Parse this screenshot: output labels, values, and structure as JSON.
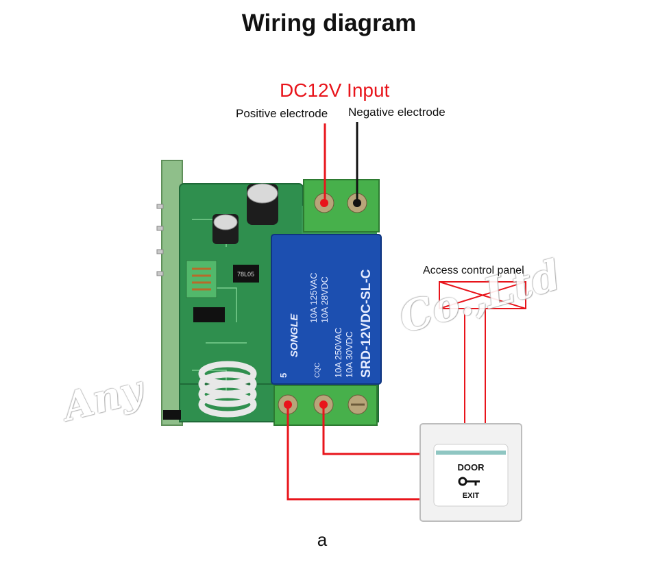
{
  "title": "Wiring diagram",
  "input": {
    "label": "DC12V Input",
    "positive": "Positive electrode",
    "negative": "Negative electrode"
  },
  "access_panel": {
    "label": "Access control panel"
  },
  "relay": {
    "number": "5",
    "brand": "SONGLE",
    "line1": "10A 125VAC",
    "line2": "10A 28VDC",
    "line3": "10A 250VAC",
    "line4": "10A 30VDC",
    "model": "SRD-12VDC-SL-C",
    "cert": "CQC",
    "ic": "78L05"
  },
  "exit_button": {
    "top_text": "DOOR",
    "bottom_text": "EXIT"
  },
  "watermark": {
    "left": "Any",
    "right": "Co.,Ltd"
  },
  "footer": "a",
  "colors": {
    "wire_positive": "#e8141b",
    "wire_negative": "#111111",
    "pcb": "#2f8f4e",
    "terminal": "#47b04b",
    "relay": "#1c4fb0"
  }
}
